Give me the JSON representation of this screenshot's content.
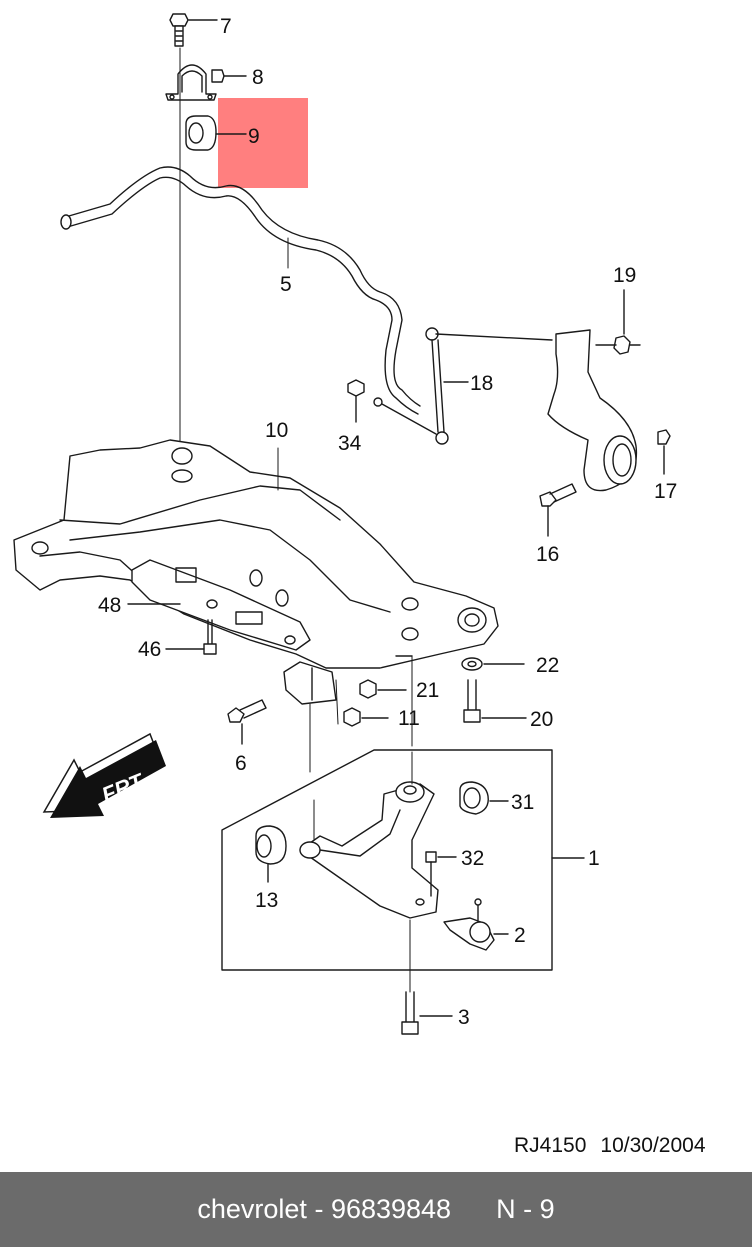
{
  "diagram": {
    "highlight_color": "#ff7f7f",
    "line_color": "#1a1a1a",
    "callouts": [
      {
        "id": "7",
        "label": "7"
      },
      {
        "id": "8",
        "label": "8"
      },
      {
        "id": "9",
        "label": "9",
        "highlighted": true
      },
      {
        "id": "5",
        "label": "5"
      },
      {
        "id": "19",
        "label": "19"
      },
      {
        "id": "18",
        "label": "18"
      },
      {
        "id": "34",
        "label": "34"
      },
      {
        "id": "10",
        "label": "10"
      },
      {
        "id": "17",
        "label": "17"
      },
      {
        "id": "16",
        "label": "16"
      },
      {
        "id": "48",
        "label": "48"
      },
      {
        "id": "46",
        "label": "46"
      },
      {
        "id": "22",
        "label": "22"
      },
      {
        "id": "21",
        "label": "21"
      },
      {
        "id": "20",
        "label": "20"
      },
      {
        "id": "11",
        "label": "11"
      },
      {
        "id": "6",
        "label": "6"
      },
      {
        "id": "31",
        "label": "31"
      },
      {
        "id": "32",
        "label": "32"
      },
      {
        "id": "1",
        "label": "1"
      },
      {
        "id": "13",
        "label": "13"
      },
      {
        "id": "2",
        "label": "2"
      },
      {
        "id": "3",
        "label": "3"
      }
    ],
    "front_arrow_label": "FRT"
  },
  "drawing_info": {
    "code": "RJ4150",
    "date": "10/30/2004"
  },
  "footer": {
    "brand": "chevrolet",
    "separator": " - ",
    "part_number": "96839848",
    "position_label": "N - 9",
    "background_color": "#6b6b6b"
  }
}
